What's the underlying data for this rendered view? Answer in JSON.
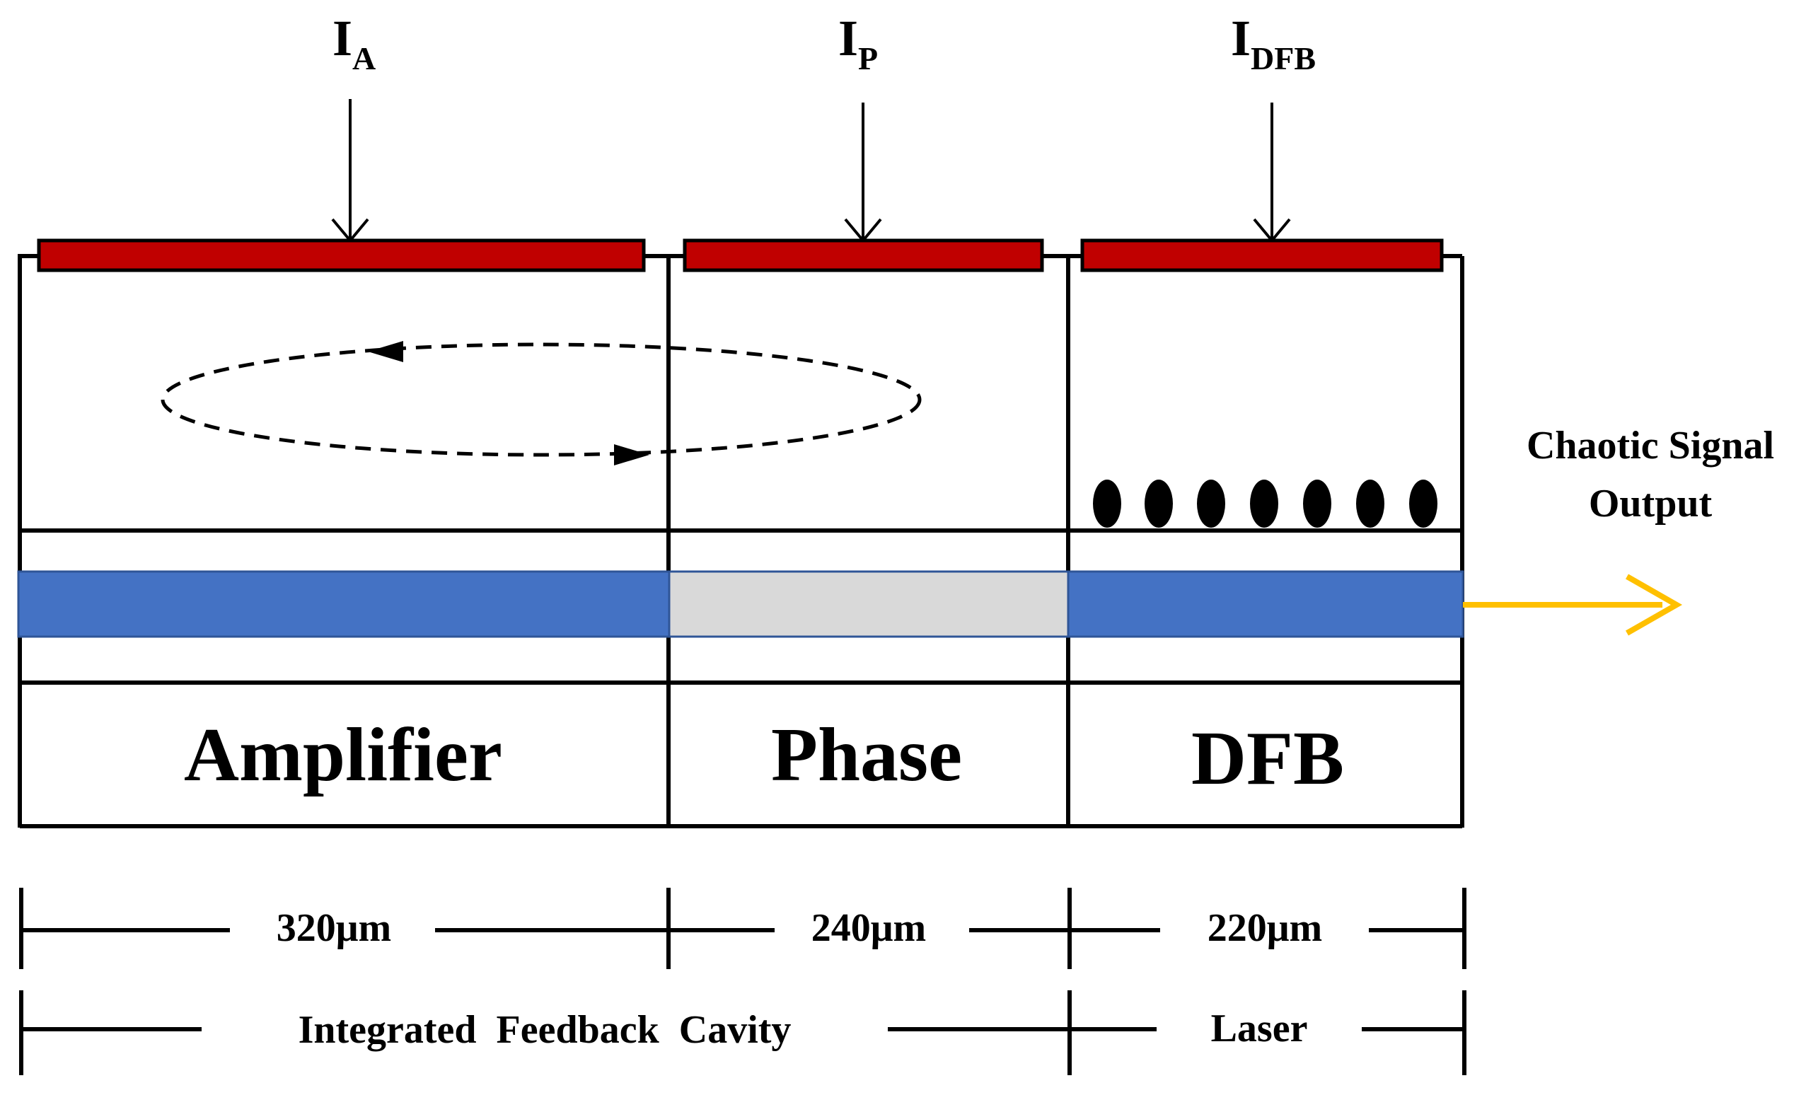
{
  "currents": {
    "amplifier": {
      "main": "I",
      "sub": "A"
    },
    "phase": {
      "main": "I",
      "sub": "P"
    },
    "dfb": {
      "main": "I",
      "sub": "DFB"
    }
  },
  "sections": {
    "amplifier": "Amplifier",
    "phase": "Phase",
    "dfb": "DFB"
  },
  "output": {
    "line1": "Chaotic Signal",
    "line2": "Output"
  },
  "dimensions": {
    "amplifier_length": "320μm",
    "phase_length": "240μm",
    "dfb_length": "220μm",
    "feedback_cavity": "Integrated  Feedback  Cavity",
    "laser": "Laser"
  },
  "colors": {
    "electrode": "#C00000",
    "waveguide_active": "#4472C4",
    "waveguide_passive": "#D9D9D9",
    "output_arrow": "#FFC000",
    "outline": "#000000"
  }
}
